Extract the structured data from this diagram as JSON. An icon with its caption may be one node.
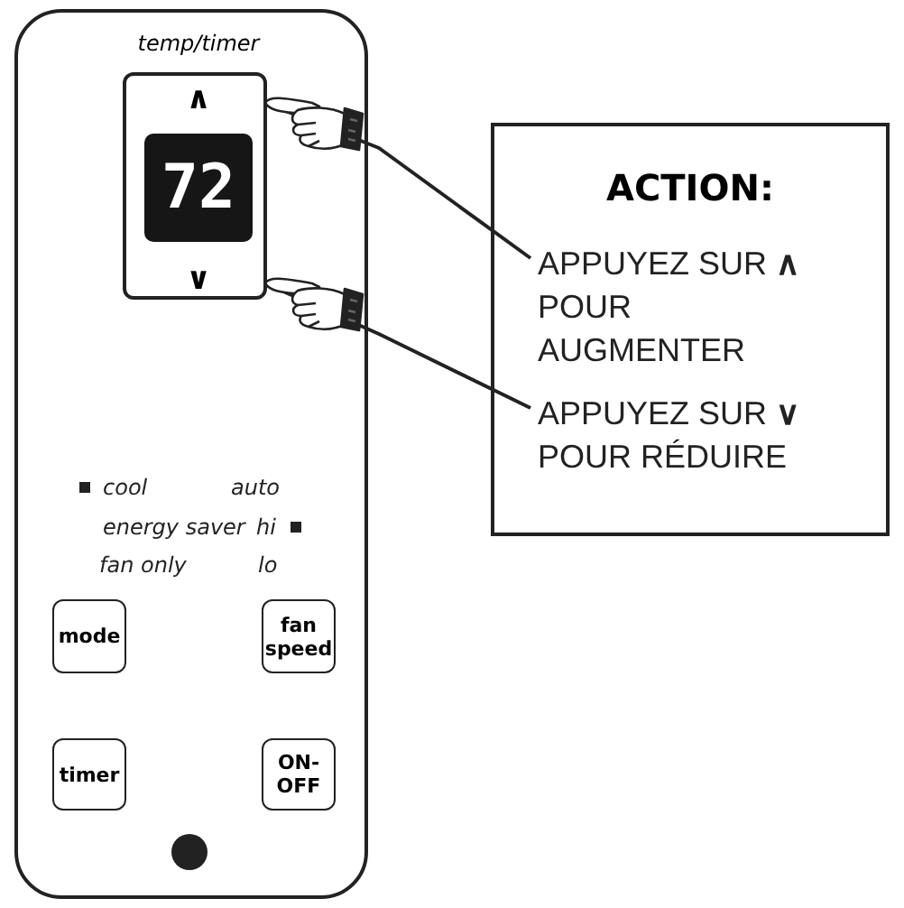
{
  "diagram": {
    "nodes": [
      {
        "text": [],
        "shape": "box"
      },
      {
        "text": [
          "temp/timer"
        ],
        "in": 0
      },
      {
        "text": [
          "∧"
        ],
        "in": 1
      },
      {
        "text": [
          "72"
        ],
        "in": 1
      },
      {
        "text": [
          "∨"
        ],
        "in": 1
      },
      {
        "text": [
          "mode"
        ],
        "in": 0
      },
      {
        "text": [
          "fan speed"
        ],
        "in": 0
      },
      {
        "text": [
          "timer"
        ],
        "in": 0
      },
      {
        "text": [
          "ON- OFF"
        ],
        "in": 0
      },
      {
        "text": [
          "ACTION:"
        ]
      },
      {
        "text": [
          "APPUYEZ SUR **∧** POUR AUGMENTER"
        ],
        "in": 9
      },
      {
        "text": [
          "APPUYEZ SUR **∨** POUR RÉDUIRE"
        ],
        "in": 9
      }
    ],
    "edges": [
      {
        "from": 10,
        "to": 2,
        "arrow": "to"
      },
      {
        "from": 11,
        "to": 4,
        "arrow": "to"
      }
    ],
    "labels": [
      "cool",
      "auto",
      "energy saver",
      "hi",
      "fan only",
      "lo"
    ]
  }
}
